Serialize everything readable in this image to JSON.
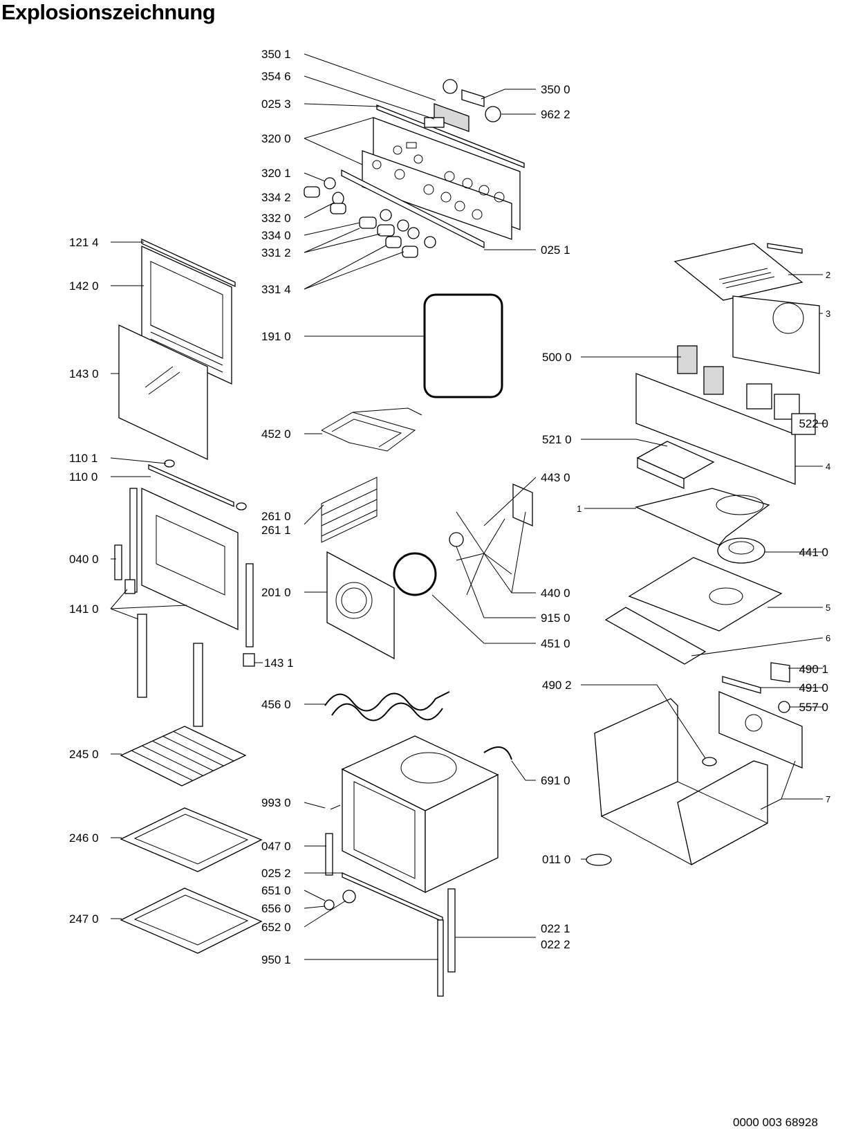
{
  "title": "Explosionszeichnung",
  "document_number": "0000 003 68928",
  "callouts": [
    {
      "id": "c3501",
      "text": "350 1"
    },
    {
      "id": "c3546",
      "text": "354 6"
    },
    {
      "id": "c0253",
      "text": "025 3"
    },
    {
      "id": "c3200",
      "text": "320 0"
    },
    {
      "id": "c3201",
      "text": "320 1"
    },
    {
      "id": "c3342",
      "text": "334 2"
    },
    {
      "id": "c3320",
      "text": "332 0"
    },
    {
      "id": "c3340",
      "text": "334 0"
    },
    {
      "id": "c3312",
      "text": "331 2"
    },
    {
      "id": "c3314",
      "text": "331 4"
    },
    {
      "id": "c3500",
      "text": "350 0"
    },
    {
      "id": "c9622",
      "text": "962 2"
    },
    {
      "id": "c0251",
      "text": "025 1"
    },
    {
      "id": "c1214",
      "text": "121 4"
    },
    {
      "id": "c1420",
      "text": "142 0"
    },
    {
      "id": "c1430",
      "text": "143 0"
    },
    {
      "id": "c1910",
      "text": "191 0"
    },
    {
      "id": "c4520",
      "text": "452 0"
    },
    {
      "id": "c1101",
      "text": "110 1"
    },
    {
      "id": "c1100",
      "text": "110 0"
    },
    {
      "id": "c2610",
      "text": "261 0"
    },
    {
      "id": "c2611",
      "text": "261 1"
    },
    {
      "id": "c0400",
      "text": "040 0"
    },
    {
      "id": "c2010",
      "text": "201 0"
    },
    {
      "id": "c1410",
      "text": "141 0"
    },
    {
      "id": "c1431",
      "text": "143 1"
    },
    {
      "id": "c4560",
      "text": "456 0"
    },
    {
      "id": "c2450",
      "text": "245 0"
    },
    {
      "id": "c2460",
      "text": "246 0"
    },
    {
      "id": "c2470",
      "text": "247 0"
    },
    {
      "id": "c9930",
      "text": "993 0"
    },
    {
      "id": "c0470",
      "text": "047 0"
    },
    {
      "id": "c0252",
      "text": "025 2"
    },
    {
      "id": "c6510",
      "text": "651 0"
    },
    {
      "id": "c6560",
      "text": "656 0"
    },
    {
      "id": "c6520",
      "text": "652 0"
    },
    {
      "id": "c9501",
      "text": "950 1"
    },
    {
      "id": "c0221",
      "text": "022 1"
    },
    {
      "id": "c0222",
      "text": "022 2"
    },
    {
      "id": "c6910",
      "text": "691 0"
    },
    {
      "id": "c4430",
      "text": "443 0"
    },
    {
      "id": "c4400",
      "text": "440 0"
    },
    {
      "id": "c9150",
      "text": "915 0"
    },
    {
      "id": "c4510",
      "text": "451 0"
    },
    {
      "id": "c5000",
      "text": "500 0"
    },
    {
      "id": "c5220",
      "text": "522 0"
    },
    {
      "id": "c5210",
      "text": "521 0"
    },
    {
      "id": "c4410",
      "text": "441 0"
    },
    {
      "id": "c4901",
      "text": "490 1"
    },
    {
      "id": "c4902",
      "text": "490 2"
    },
    {
      "id": "c4910",
      "text": "491 0"
    },
    {
      "id": "c5570",
      "text": "557 0"
    },
    {
      "id": "c0110",
      "text": "011 0"
    },
    {
      "id": "n2",
      "text": "2"
    },
    {
      "id": "n3",
      "text": "3"
    },
    {
      "id": "n4",
      "text": "4"
    },
    {
      "id": "n1",
      "text": "1"
    },
    {
      "id": "n5",
      "text": "5"
    },
    {
      "id": "n6",
      "text": "6"
    },
    {
      "id": "n7",
      "text": "7"
    }
  ]
}
